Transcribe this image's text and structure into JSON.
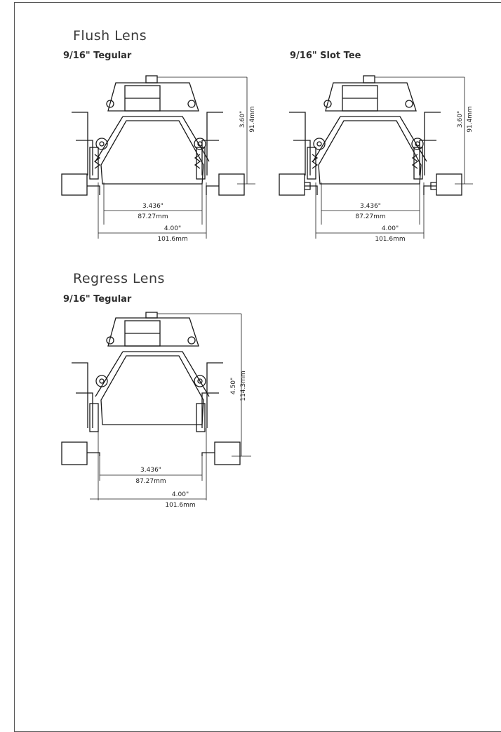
{
  "sections": {
    "flush": {
      "title": "Flush Lens",
      "tegular": {
        "label": "9/16\" Tegular",
        "height_in": "3.60\"",
        "height_mm": "91.4mm",
        "aperture_in": "3.436\"",
        "aperture_mm": "87.27mm",
        "overall_in": "4.00\"",
        "overall_mm": "101.6mm"
      },
      "slot_tee": {
        "label": "9/16\" Slot Tee",
        "height_in": "3.60\"",
        "height_mm": "91.4mm",
        "aperture_in": "3.436\"",
        "aperture_mm": "87.27mm",
        "overall_in": "4.00\"",
        "overall_mm": "101.6mm"
      }
    },
    "regress": {
      "title": "Regress Lens",
      "tegular": {
        "label": "9/16\" Tegular",
        "height_in": "4.50\"",
        "height_mm": "114.3mm",
        "aperture_in": "3.436\"",
        "aperture_mm": "87.27mm",
        "overall_in": "4.00\"",
        "overall_mm": "101.6mm"
      }
    }
  }
}
